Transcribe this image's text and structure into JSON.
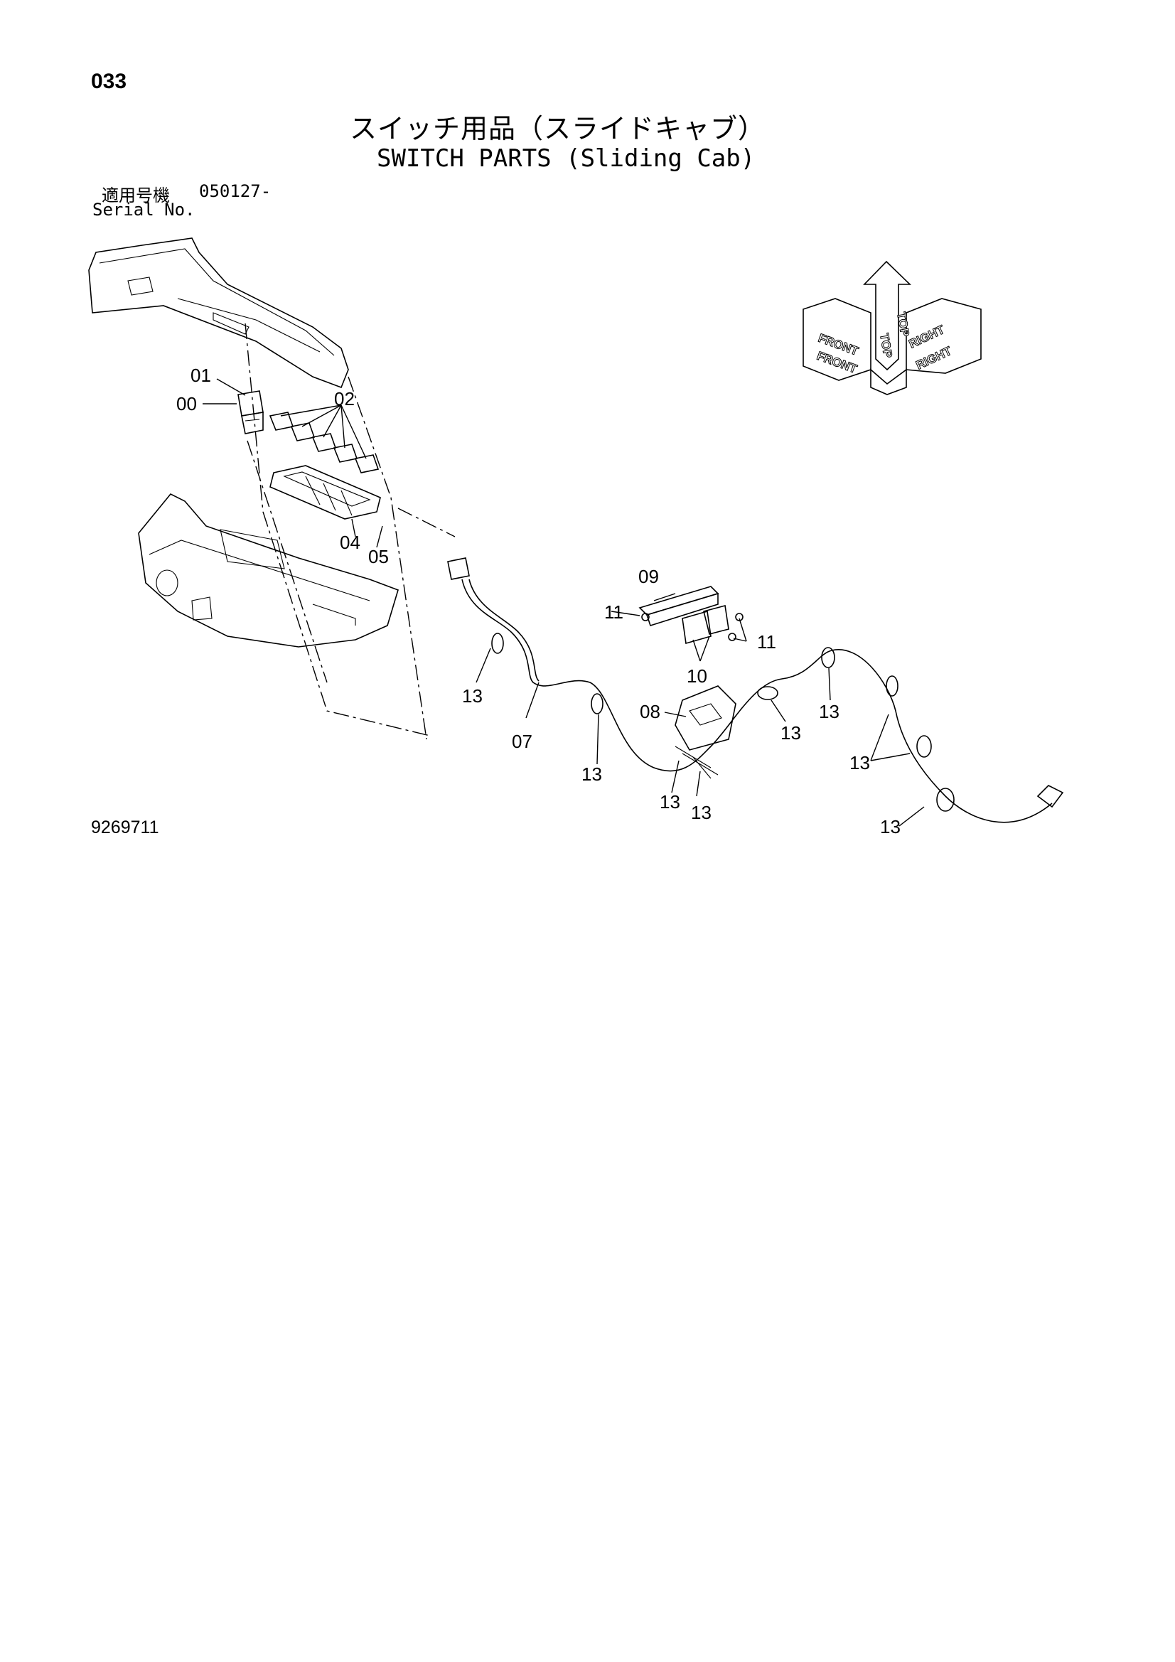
{
  "page_number": "033",
  "title_jp": "スイッチ用品（スライドキャブ）",
  "title_en": "SWITCH PARTS (Sliding Cab)",
  "serial_label_jp": "適用号機",
  "serial_range": "050127-",
  "serial_label_en": "Serial No.",
  "drawing_number": "9269711",
  "orientation": {
    "front": "FRONT",
    "top": "TOP",
    "right": "RIGHT"
  },
  "callouts": {
    "c00": "00",
    "c01": "01",
    "c02": "02",
    "c04": "04",
    "c05": "05",
    "c07": "07",
    "c08": "08",
    "c09": "09",
    "c10": "10",
    "c11a": "11",
    "c11b": "11",
    "c13a": "13",
    "c13b": "13",
    "c13c": "13",
    "c13d": "13",
    "c13e": "13",
    "c13f": "13",
    "c13g": "13",
    "c13h": "13"
  }
}
